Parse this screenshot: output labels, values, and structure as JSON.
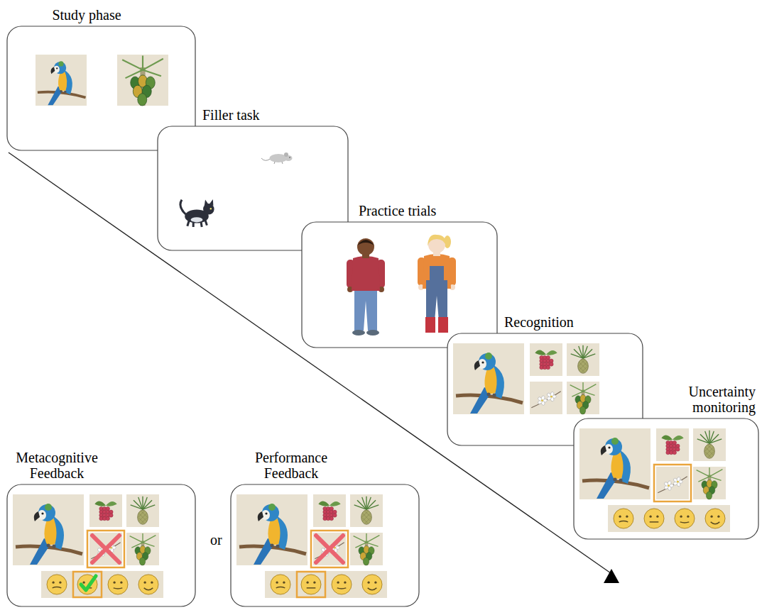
{
  "diagram": {
    "nodes": [
      {
        "text": [
          "Study phase"
        ]
      },
      {
        "text": [
          "Filler task"
        ]
      },
      {
        "text": [
          "Practice trials"
        ]
      },
      {
        "text": [
          "Recognition"
        ]
      },
      {
        "text": [
          "Uncertainty monitoring"
        ]
      },
      {
        "text": [
          "Metacognitive Feedback"
        ]
      },
      {
        "text": [
          "Performance Feedback"
        ]
      }
    ],
    "labels": [
      "or"
    ]
  }
}
